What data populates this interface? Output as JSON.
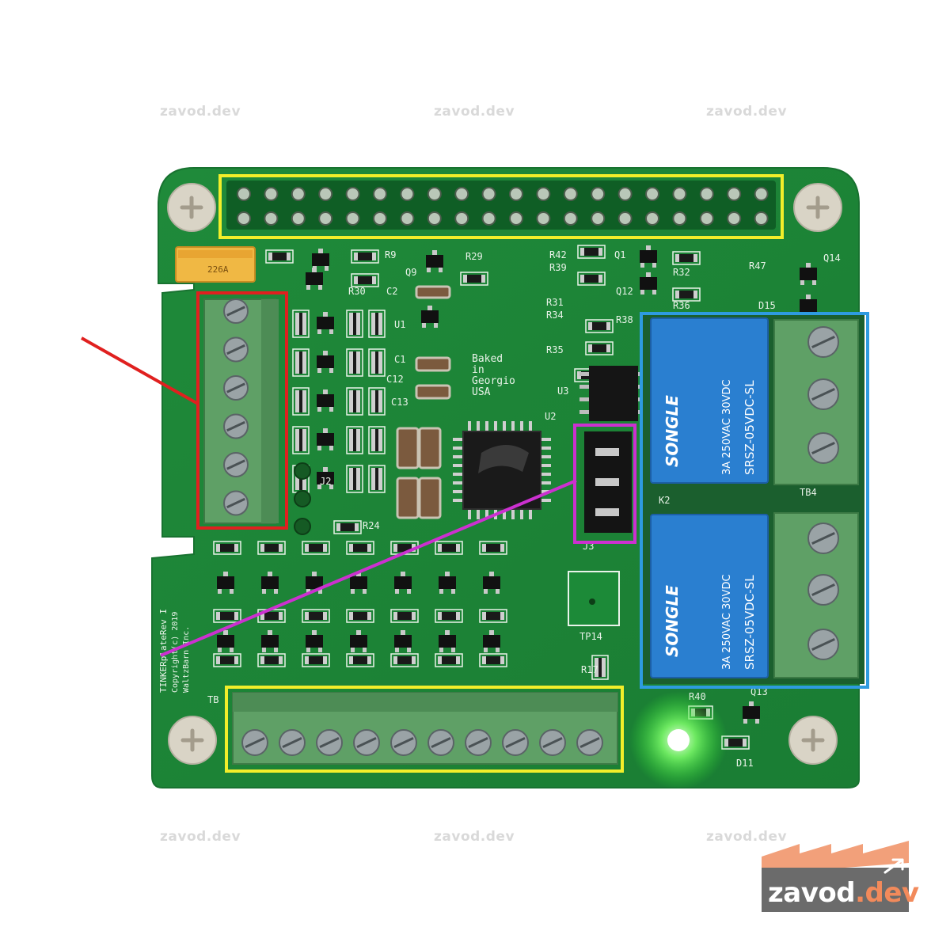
{
  "watermark": {
    "text": "zavod.dev"
  },
  "board": {
    "silkscreen": {
      "baked": [
        "Baked",
        "in",
        "Georgio",
        "USA"
      ],
      "copyright": [
        "TINKERplateRev I",
        "Copyright(c) 2019",
        "WaltzBarn Inc."
      ],
      "refs": [
        "R9",
        "R29",
        "R42",
        "R39",
        "R30",
        "C2",
        "Q9",
        "Q1",
        "R32",
        "R36",
        "R47",
        "Q14",
        "D15",
        "U1",
        "R31",
        "R34",
        "R38",
        "R35",
        "Q12",
        "C1",
        "C12",
        "C13",
        "U3",
        "U2",
        "J2",
        "R24",
        "J3",
        "TP14",
        "R17",
        "TB",
        "R40",
        "Q13",
        "D11",
        "K2",
        "TB4"
      ],
      "relay_lines": [
        "SONGLE",
        "SRSZ-05VDC-SL",
        "3A 250VAC 30VDC"
      ]
    },
    "capacitor_marking": "226A"
  },
  "annotations": {
    "colors": {
      "gpio_header": "#f2ee2a",
      "left_terminal": "#e0201f",
      "relays": "#2e9be0",
      "jumpers": "#cc30d0",
      "bottom_terminal": "#f2ee2a"
    }
  },
  "logo": {
    "text_main": "zavod",
    "text_accent": ".dev",
    "colors": {
      "box": "#6b6b6b",
      "roof": "#f2a07a",
      "accent": "#f28a5b"
    }
  }
}
